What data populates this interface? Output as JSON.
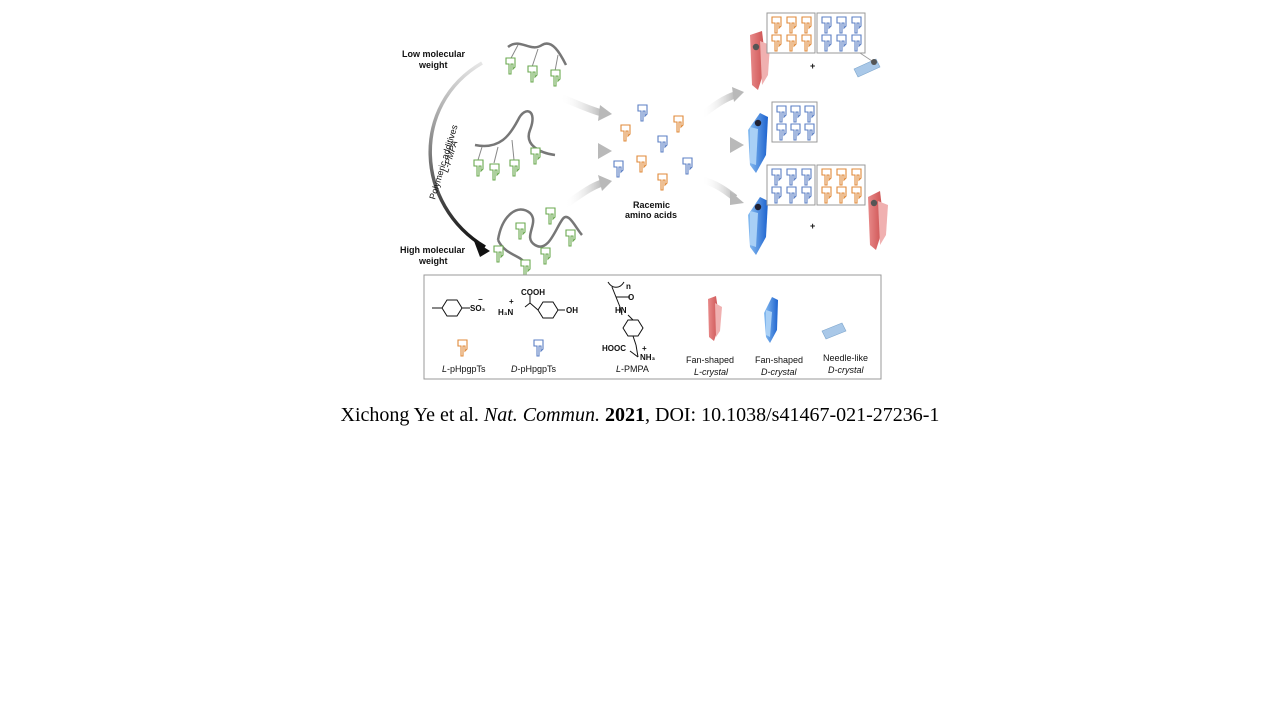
{
  "figure": {
    "left_labels": {
      "low": [
        "Low molecular",
        "weight"
      ],
      "high": [
        "High molecular",
        "weight"
      ],
      "arrow_outer": "Polymeric additives",
      "arrow_inner": "L-PMPA"
    },
    "center_label": [
      "Racemic",
      "amino acids"
    ],
    "plus_sign": "+",
    "legend": {
      "chem_so3": "SO₃",
      "chem_minus": "−",
      "chem_cooh": "COOH",
      "chem_h3n": "H₃N",
      "chem_plus": "+",
      "chem_oh": "OH",
      "chem_hn": "HN",
      "chem_o": "O",
      "chem_n": "n",
      "chem_hooc": "HOOC",
      "chem_nh3": "NH₃",
      "items": [
        {
          "italic": "L",
          "rest": "-pHpgpTs"
        },
        {
          "italic": "D",
          "rest": "-pHpgpTs"
        },
        {
          "italic": "L",
          "rest": "-PMPA"
        }
      ],
      "crystals": [
        {
          "line1": "Fan-shaped",
          "line2": "L-crystal"
        },
        {
          "line1": "Fan-shaped",
          "line2": "D-crystal"
        },
        {
          "line1": "Needle-like",
          "line2": "D-crystal"
        }
      ]
    },
    "colors": {
      "l_hand": "#e08a3a",
      "d_hand": "#5b7fc4",
      "polymer_hand": "#6aa84f",
      "l_crystal": "#e06666",
      "d_crystal": "#2f7be0",
      "needle": "#a9c8e8"
    }
  },
  "caption": {
    "authors": "Xichong  Ye et al.",
    "journal": "Nat. Commun.",
    "year": "2021",
    "doi": ", DOI:  10.1038/s41467-021-27236-1"
  }
}
